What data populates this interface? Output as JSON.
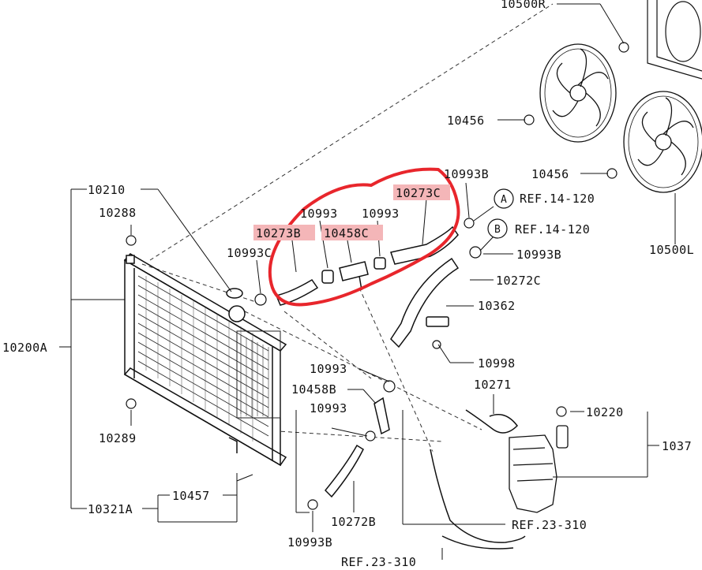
{
  "labels": {
    "p10500R": "10500R",
    "p10456a": "10456",
    "p10456b": "10456",
    "p10500L": "10500L",
    "p10210": "10210",
    "p10288": "10288",
    "p10993c": "10993C",
    "p10273B": "10273B",
    "p10993a": "10993",
    "p10458C": "10458C",
    "p10993b": "10993",
    "p10273C": "10273C",
    "p10993B_top": "10993B",
    "refA": "REF.14-120",
    "refB": "REF.14-120",
    "p10993B_mid": "10993B",
    "p10272C": "10272C",
    "p10362": "10362",
    "p10998": "10998",
    "p10200A": "10200A",
    "p10993d": "10993",
    "p10458B": "10458B",
    "p10993e": "10993",
    "p10271": "10271",
    "p10220": "10220",
    "p1037": "1037",
    "p10289": "10289",
    "p10457": "10457",
    "p10321A": "10321A",
    "p10272B": "10272B",
    "ref23a": "REF.23-310",
    "ref23b": "REF.23-310",
    "p10993B_bot": "10993B",
    "circleA": "A",
    "circleB": "B"
  },
  "highlight": {
    "circle_color": "#e8262c",
    "label_highlight_color": "#f4b6b8"
  }
}
